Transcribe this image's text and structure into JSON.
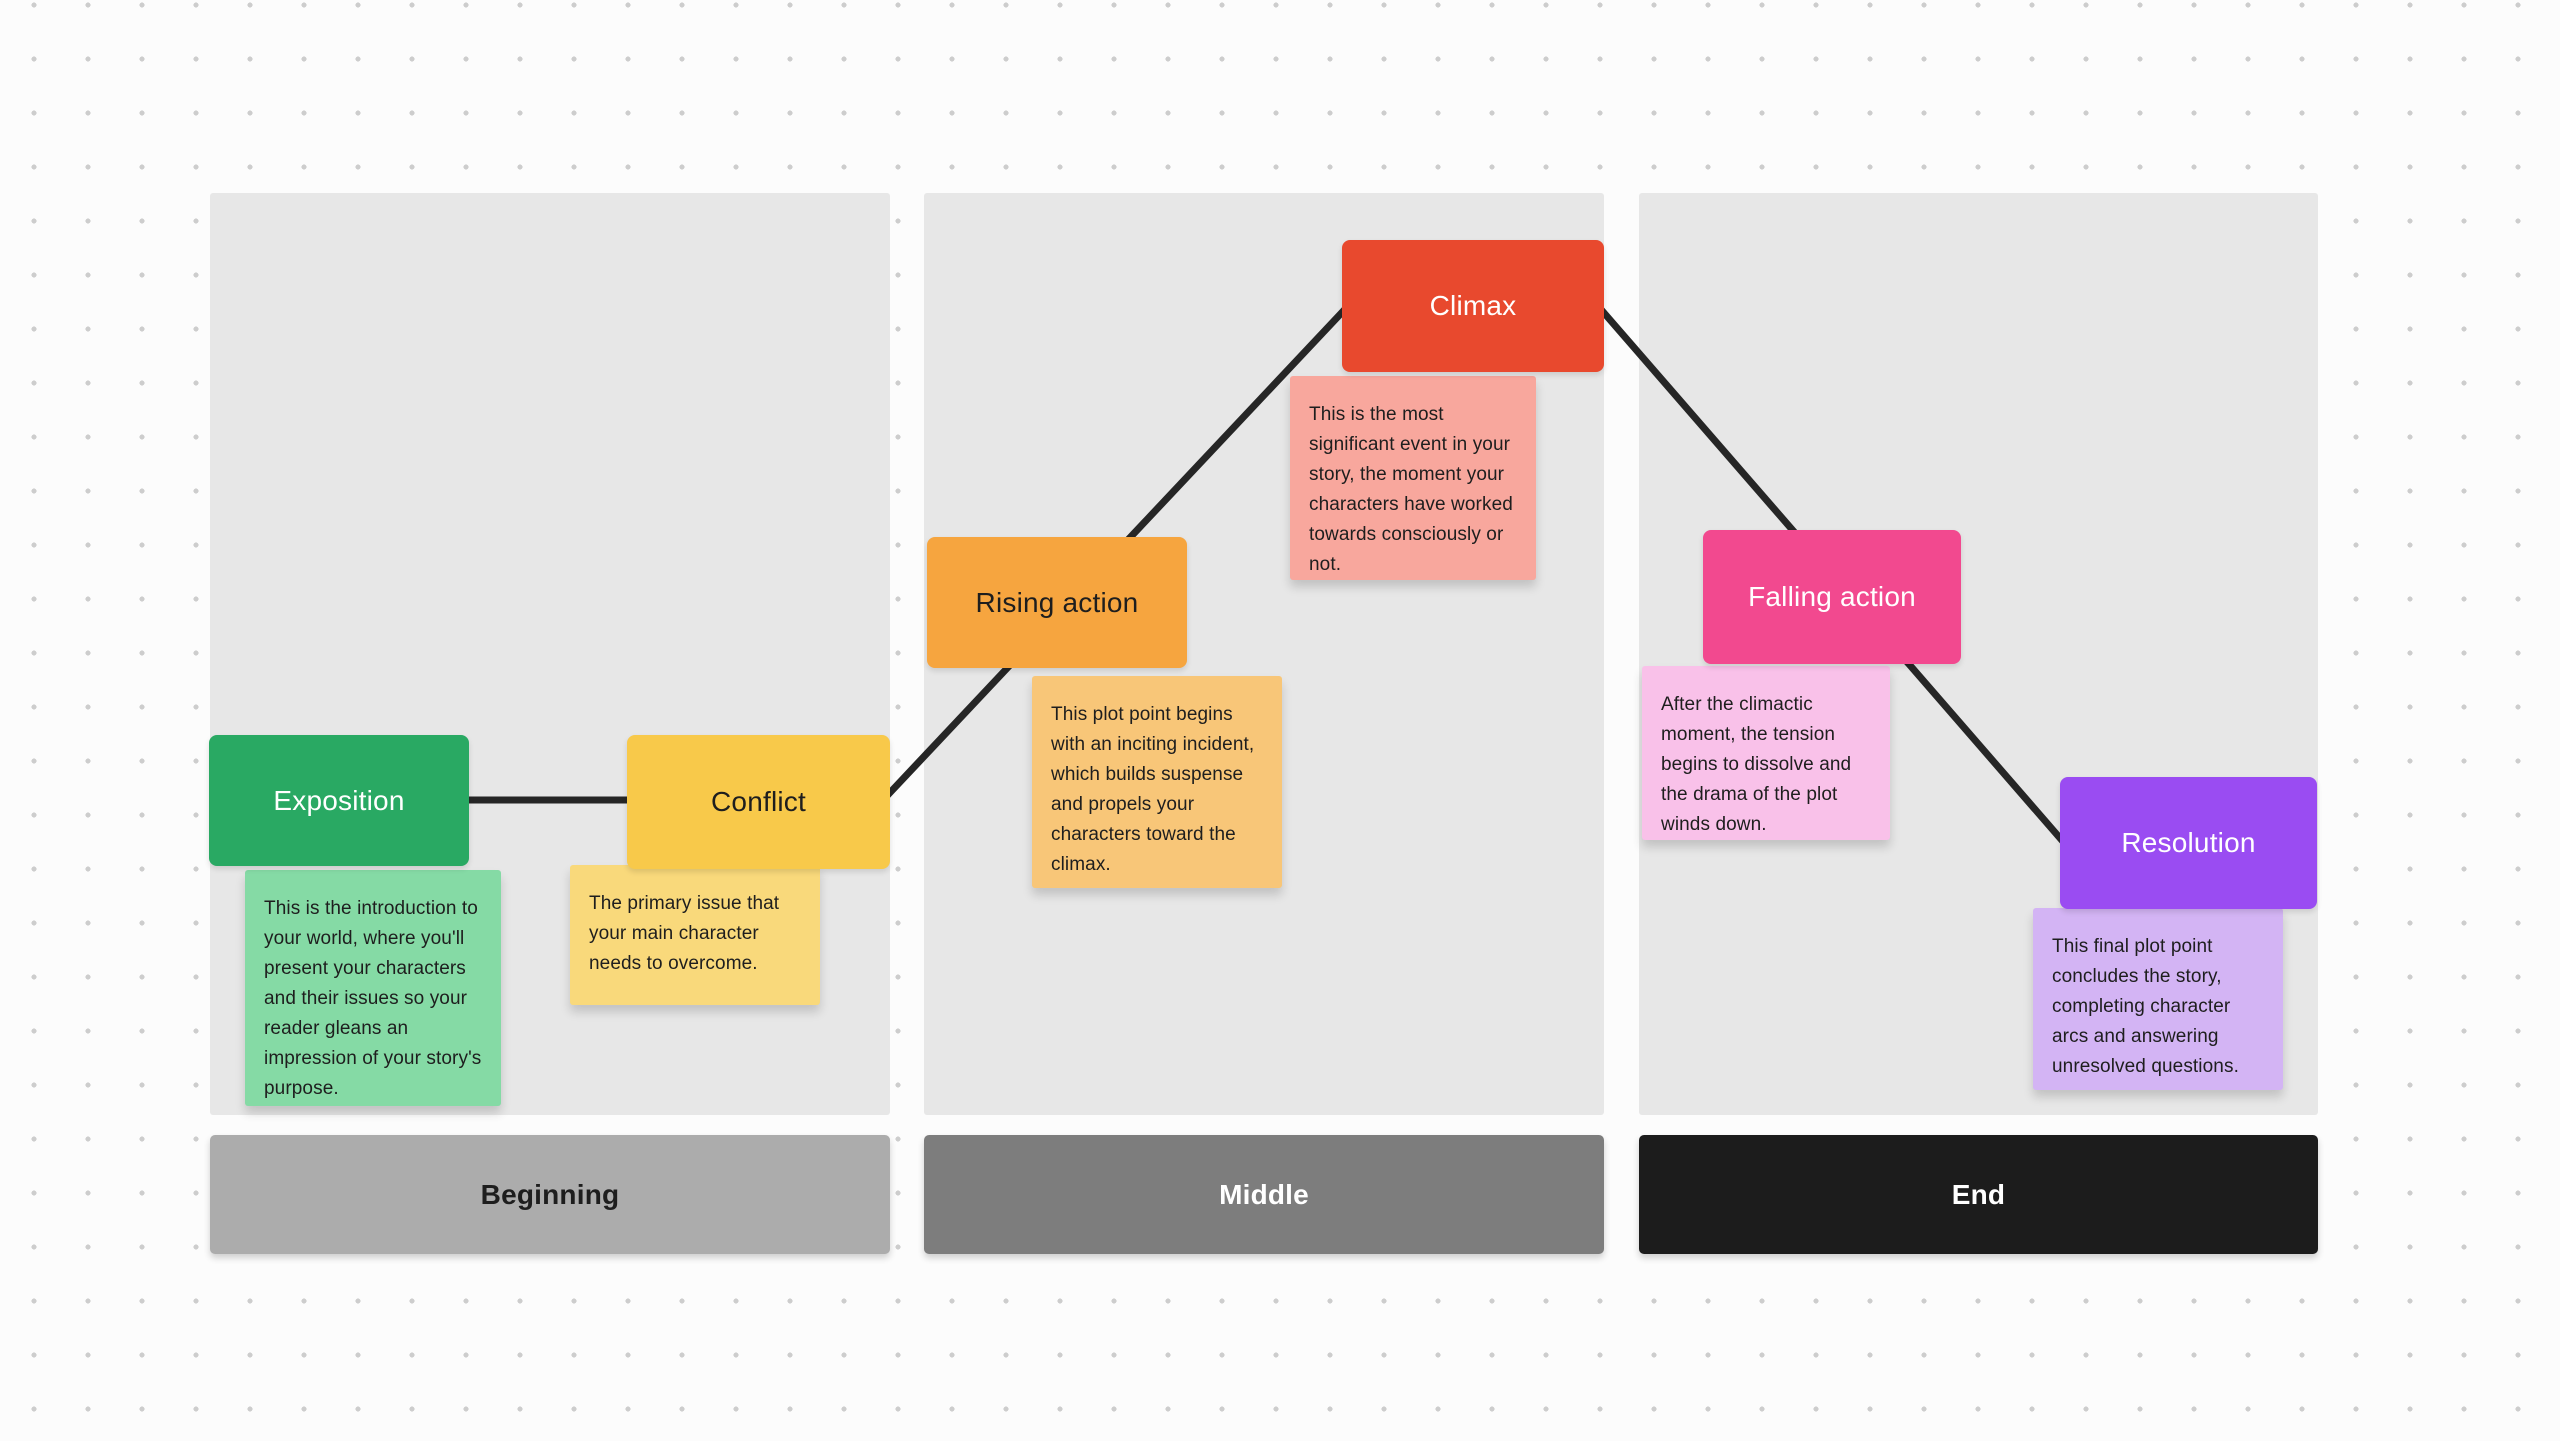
{
  "canvas": {
    "background_color": "#fcfcfc",
    "dot_grid_color": "#cdcdcd",
    "panel_color": "#e7e7e7",
    "connector_color": "#262626"
  },
  "stages": [
    {
      "label": "Exposition",
      "box_bg": "#29a963",
      "box_text": "#ffffff",
      "note": "This is the introduction to your world, where you'll present your characters and their issues so your reader gleans an impression of your story's purpose.",
      "note_bg": "#85daa5",
      "note_text": "#1e1e1e"
    },
    {
      "label": "Conflict",
      "box_bg": "#f8c94a",
      "box_text": "#1e1e1e",
      "note": "The primary issue that your main character needs to overcome.",
      "note_bg": "#f9d97b",
      "note_text": "#1e1e1e"
    },
    {
      "label": "Rising action",
      "box_bg": "#f6a53f",
      "box_text": "#1e1e1e",
      "note": "This plot point begins with an inciting incident, which builds suspense and propels your characters toward the climax.",
      "note_bg": "#f8c678",
      "note_text": "#1e1e1e"
    },
    {
      "label": "Climax",
      "box_bg": "#e8492e",
      "box_text": "#ffffff",
      "note": "This is the most significant event in your story, the moment your characters have worked towards consciously or not.",
      "note_bg": "#f8a79d",
      "note_text": "#1e1e1e"
    },
    {
      "label": "Falling action",
      "box_bg": "#f2498f",
      "box_text": "#ffffff",
      "note": "After the climactic moment, the tension begins to dissolve and the drama of the plot winds down.",
      "note_bg": "#f9c1e9",
      "note_text": "#1e1e1e"
    },
    {
      "label": "Resolution",
      "box_bg": "#9a4cf2",
      "box_text": "#ffffff",
      "note": "This final plot point concludes the story, completing character arcs and answering unresolved questions.",
      "note_bg": "#d3b4f4",
      "note_text": "#1e1e1e"
    }
  ],
  "sections": [
    {
      "label": "Beginning",
      "bg": "#acacac",
      "text_color": "#1e1e1e"
    },
    {
      "label": "Middle",
      "bg": "#7d7d7d",
      "text_color": "#ffffff"
    },
    {
      "label": "End",
      "bg": "#1c1c1c",
      "text_color": "#ffffff"
    }
  ]
}
